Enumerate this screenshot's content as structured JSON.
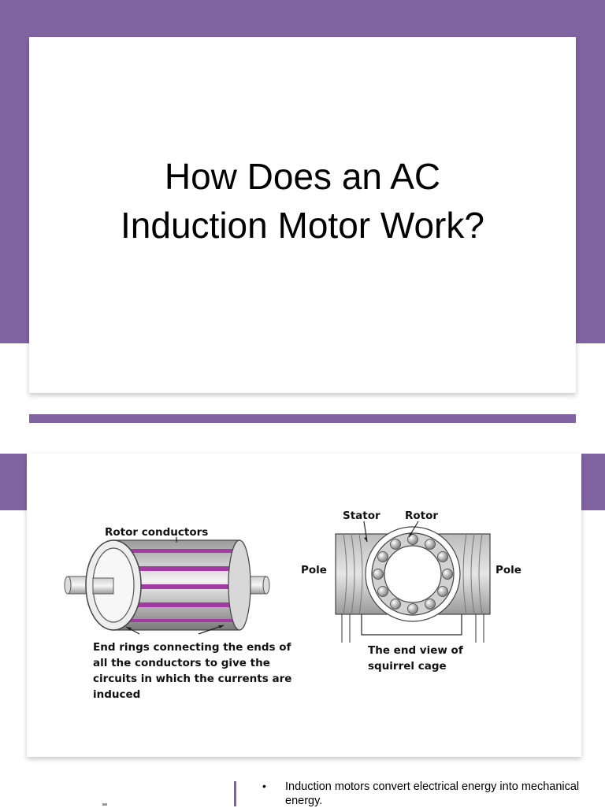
{
  "slide1": {
    "title": "How Does an AC\nInduction Motor Work?"
  },
  "slide2": {
    "labels": {
      "rotor_conductors": "Rotor conductors",
      "end_rings": "End rings connecting the ends of\nall the conductors to give the\ncircuits in which the currents are\ninduced",
      "stator": "Stator",
      "rotor": "Rotor",
      "pole_left": "Pole",
      "pole_right": "Pole",
      "end_view": "The end view of\nsquirrel cage"
    }
  },
  "slide3": {
    "bullet": "Induction motors convert electrical energy into mechanical energy."
  },
  "colors": {
    "accent": "#8064a2",
    "conductor": "#a23ca4"
  }
}
